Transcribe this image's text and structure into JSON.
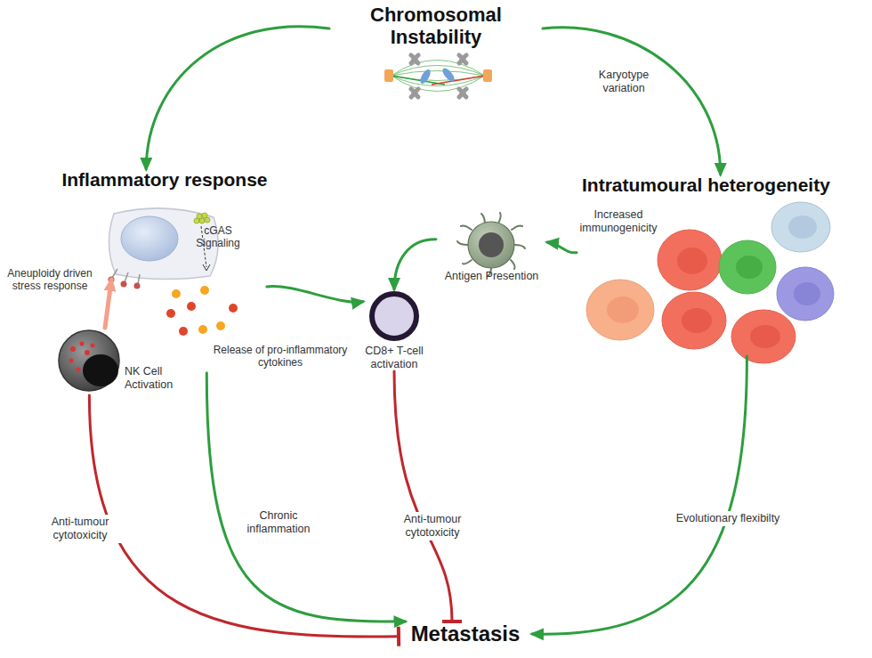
{
  "diagram": {
    "nodes": [
      {
        "text": [
          "Chromosomal Instability"
        ]
      },
      {
        "text": [
          "Inflammatory response"
        ]
      },
      {
        "text": [
          "Intratumoural heterogeneity"
        ]
      },
      {
        "text": [
          "Antigen Presention"
        ]
      },
      {
        "text": [
          "CD8+ T-cell activation"
        ]
      },
      {
        "text": [
          "NK Cell Activation"
        ]
      },
      {
        "text": [
          "Metastasis"
        ]
      },
      {
        "text": [
          "Release of pro-inflammatory cytokines"
        ]
      }
    ],
    "edges": [
      {
        "from": 0,
        "to": 1,
        "arrow": "to"
      },
      {
        "from": 0,
        "to": 2,
        "label": "Karyotype variation",
        "arrow": "to"
      },
      {
        "from": 2,
        "to": 3,
        "label": "Increased immunogenicity",
        "arrow": "to"
      },
      {
        "from": 3,
        "to": 4,
        "arrow": "to"
      },
      {
        "from": 7,
        "to": 4,
        "arrow": "to"
      },
      {
        "from": 5,
        "to": 1,
        "arrow": "to"
      },
      {
        "from": 5,
        "to": 6,
        "label": "Anti-tumour cytotoxicity",
        "arrow": "to"
      },
      {
        "from": 7,
        "to": 6,
        "label": "Chronic inflammation",
        "arrow": "to"
      },
      {
        "from": 4,
        "to": 6,
        "label": "Anti-tumour cytotoxicity",
        "arrow": "to"
      },
      {
        "from": 2,
        "to": 6,
        "label": "Evolutionary flexibilty",
        "arrow": "to"
      }
    ],
    "labels": [
      "Aneuploidy driven stress response",
      "cGAS Signaling"
    ]
  }
}
